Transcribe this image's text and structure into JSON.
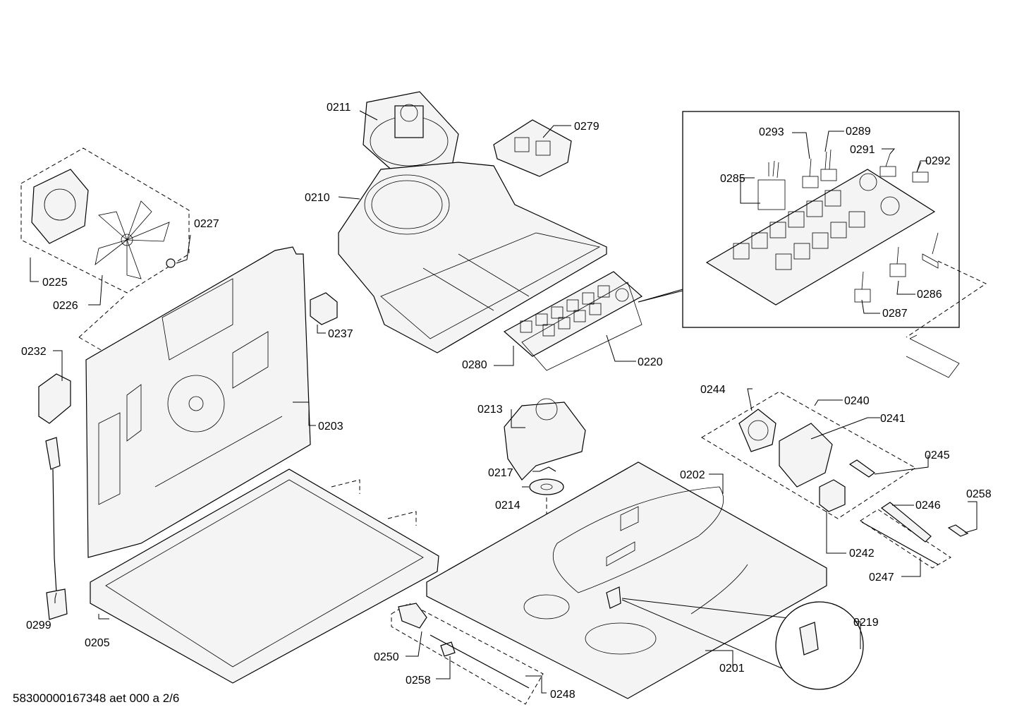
{
  "document_id": "58300000167348 aet 000 a 2/6",
  "part_labels": [
    "0211",
    "0279",
    "0210",
    "0293",
    "0289",
    "0291",
    "0292",
    "0285",
    "0286",
    "0287",
    "0225",
    "0226",
    "0227",
    "0237",
    "0232",
    "0203",
    "0280",
    "0220",
    "0213",
    "0217",
    "0214",
    "0244",
    "0240",
    "0241",
    "0245",
    "0202",
    "0258",
    "0246",
    "0242",
    "0247",
    "0219",
    "0299",
    "0205",
    "0250",
    "0258",
    "0248",
    "0201"
  ]
}
